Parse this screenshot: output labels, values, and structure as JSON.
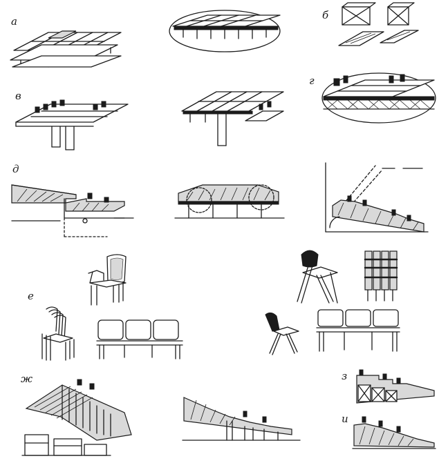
{
  "figure": {
    "labels": {
      "a": "а",
      "b": "б",
      "v": "в",
      "g": "г",
      "d": "д",
      "e": "е",
      "zh": "ж",
      "z": "з",
      "i": "и"
    }
  },
  "colors": {
    "ink": "#1b1b1b",
    "paper": "#ffffff"
  }
}
